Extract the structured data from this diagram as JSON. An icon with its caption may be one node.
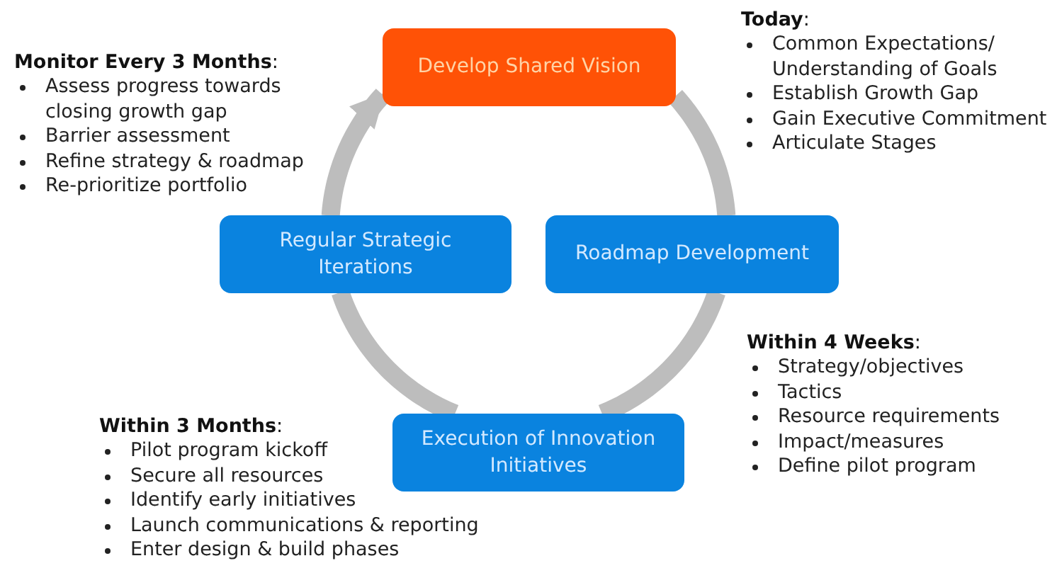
{
  "diagram": {
    "nodes": [
      {
        "text": [
          "Develop Shared Vision"
        ]
      },
      {
        "text": [
          "Regular Strategic Iterations"
        ]
      },
      {
        "text": [
          "Roadmap Development"
        ]
      },
      {
        "text": [
          "Execution of Innovation Initiatives"
        ]
      }
    ],
    "edges": [
      {
        "from": 0,
        "to": 2,
        "arrow": "none"
      },
      {
        "from": 2,
        "to": 3,
        "arrow": "none"
      },
      {
        "from": 3,
        "to": 1,
        "arrow": "none"
      },
      {
        "from": 1,
        "to": 0,
        "arrow": "to"
      }
    ],
    "labels": [
      "**Monitor Every 3 Months**:",
      "Assess progress towards closing growth gap",
      "Barrier assessment",
      "Refine strategy & roadmap",
      "Re-prioritize portfolio",
      "**Today**:",
      "Common Expectations/ Understanding of Goals",
      "Establish Growth Gap",
      "Gain Executive Commitment",
      "Articulate Stages",
      "**Within 4 Weeks**:",
      "Strategy/objectives",
      "Tactics",
      "Resource requirements",
      "Impact/measures",
      "Define pilot program",
      "**Within 3 Months**:",
      "Pilot program kickoff",
      "Secure all resources",
      "Identify early initiatives",
      "Launch communications & reporting",
      "Enter design & build phases"
    ]
  }
}
